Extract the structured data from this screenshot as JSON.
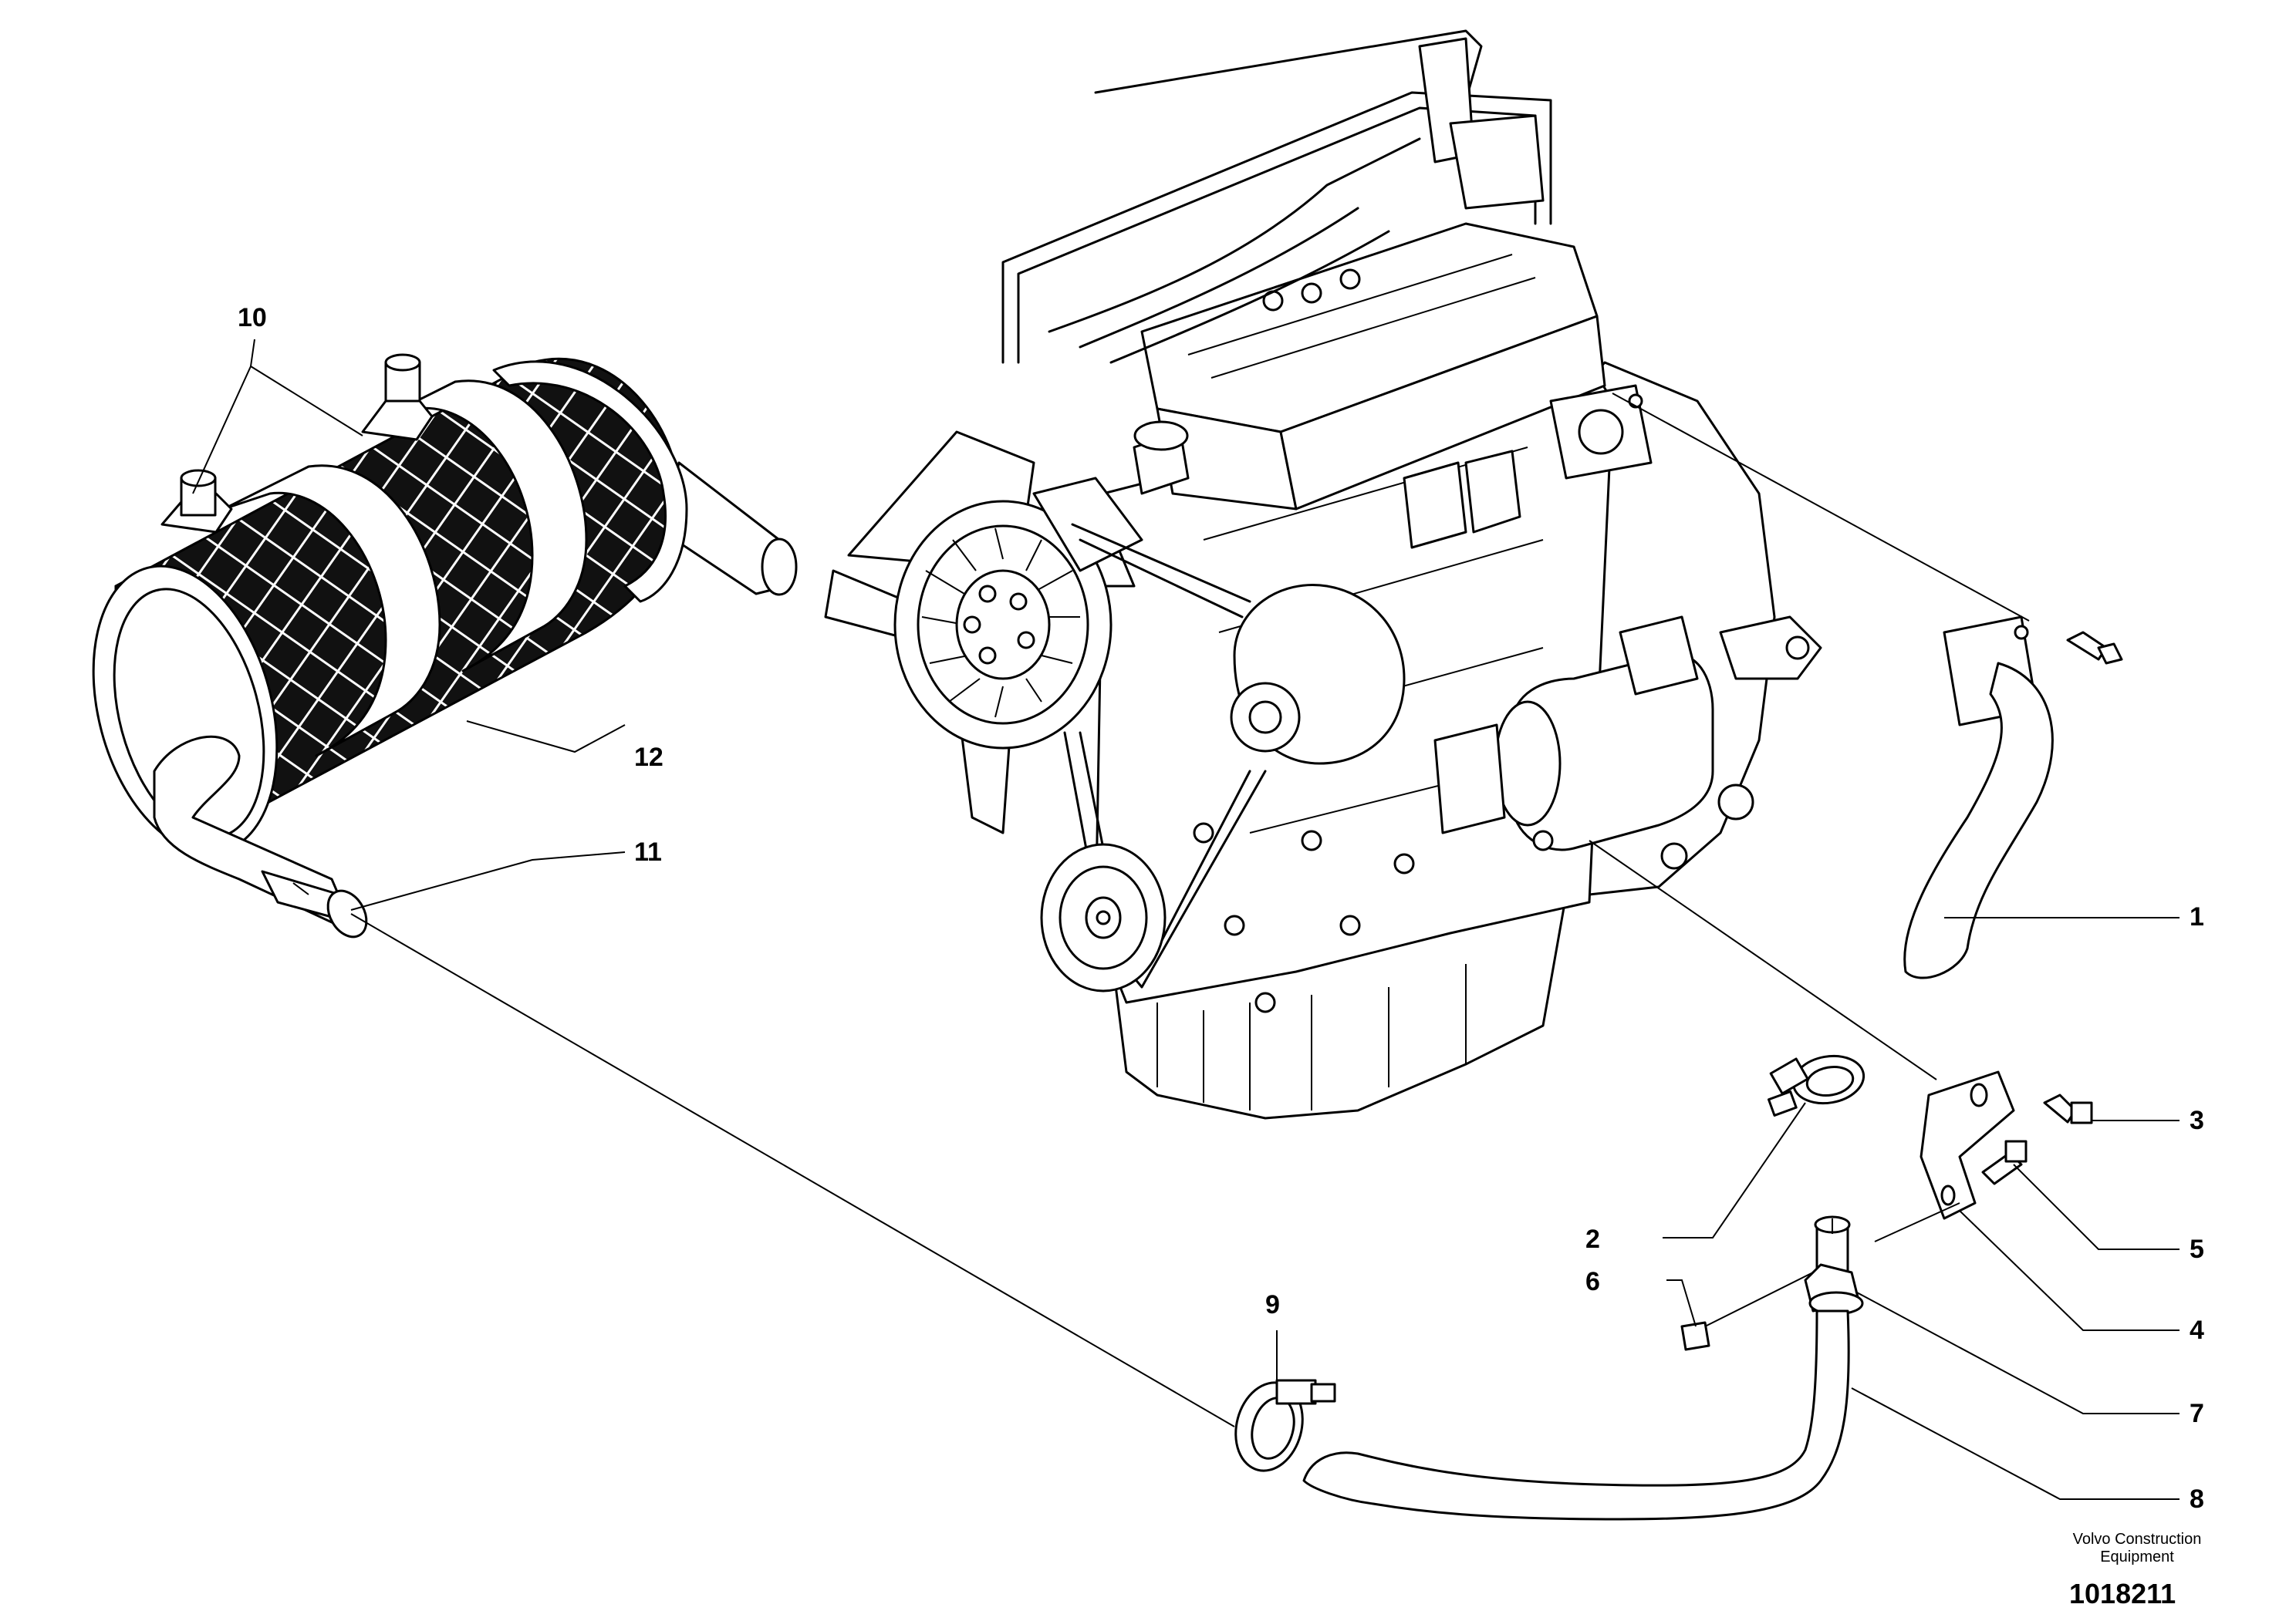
{
  "callouts": [
    {
      "id": "1",
      "text": "1"
    },
    {
      "id": "2",
      "text": "2"
    },
    {
      "id": "3",
      "text": "3"
    },
    {
      "id": "4",
      "text": "4"
    },
    {
      "id": "5",
      "text": "5"
    },
    {
      "id": "6",
      "text": "6"
    },
    {
      "id": "7",
      "text": "7"
    },
    {
      "id": "8",
      "text": "8"
    },
    {
      "id": "9",
      "text": "9"
    },
    {
      "id": "10",
      "text": "10"
    },
    {
      "id": "11",
      "text": "11"
    },
    {
      "id": "12",
      "text": "12"
    }
  ],
  "credit_line1": "Volvo Construction",
  "credit_line2": "Equipment",
  "drawing_number": "1018211"
}
